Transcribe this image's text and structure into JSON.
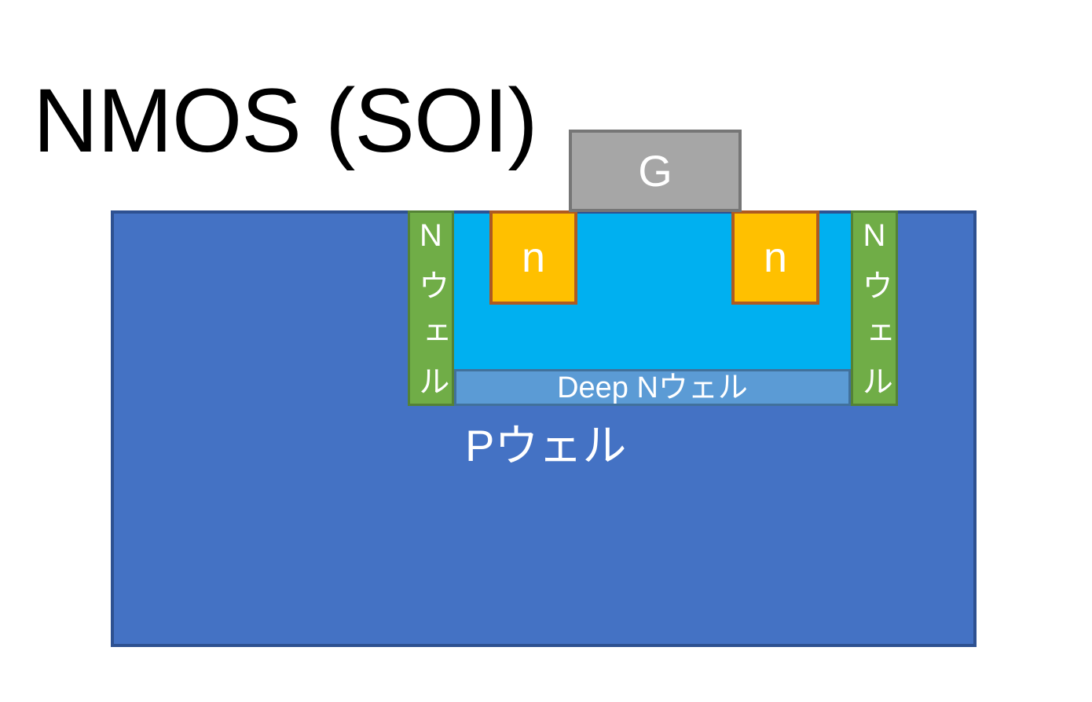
{
  "title": "NMOS (SOI)",
  "diagram": {
    "substrate": {
      "label": "Pウェル",
      "fill": "#4472C4",
      "border": "#2E5191",
      "text_color": "#FFFFFF"
    },
    "gate": {
      "label": "G",
      "fill": "#A6A6A6",
      "border": "#767676",
      "text_color": "#FFFFFF"
    },
    "body_region": {
      "label": "",
      "fill": "#00B0F0"
    },
    "n_plus_left": {
      "label": "n",
      "fill": "#FFC000",
      "border": "#AE5A21",
      "text_color": "#FFFFFF"
    },
    "n_plus_right": {
      "label": "n",
      "fill": "#FFC000",
      "border": "#AE5A21",
      "text_color": "#FFFFFF"
    },
    "n_well_left": {
      "label": "Nウェル",
      "fill": "#70AD47",
      "border": "#548235",
      "text_color": "#FFFFFF"
    },
    "n_well_right": {
      "label": "Nウェル",
      "fill": "#70AD47",
      "border": "#548235",
      "text_color": "#FFFFFF"
    },
    "deep_n_well": {
      "label": "Deep Nウェル",
      "fill": "#5B9BD5",
      "border": "#41719C",
      "text_color": "#FFFFFF"
    }
  }
}
